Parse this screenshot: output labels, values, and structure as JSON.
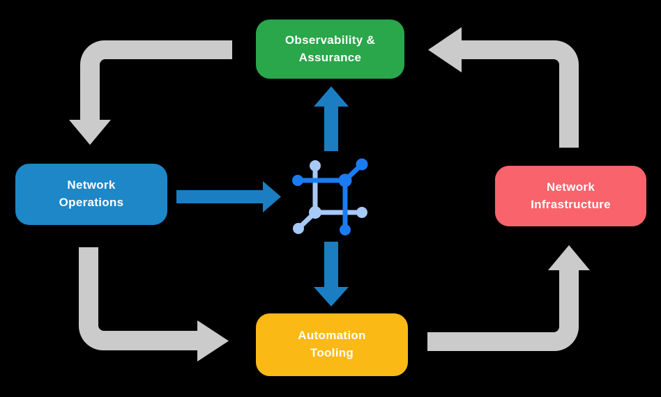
{
  "colors": {
    "background": "#000000",
    "green": "#2AA64B",
    "blue": "#1E87C8",
    "red": "#F9636B",
    "yellow": "#FBB916",
    "gray": "#CBCBCB",
    "arrow_blue": "#1B7EC3",
    "icon_dark": "#1B7CF2",
    "icon_light": "#A7C9F6",
    "text": "#FFFFFF"
  },
  "nodes": {
    "observability": {
      "label": "Observability &\nAssurance"
    },
    "operations": {
      "label": "Network\nOperations"
    },
    "infrastructure": {
      "label": "Network\nInfrastructure"
    },
    "automation": {
      "label": "Automation\nTooling"
    }
  },
  "center_icon": {
    "name": "network-mesh-icon"
  },
  "edges": [
    {
      "from": "observability",
      "to": "operations",
      "style": "gray-cycle-arrow"
    },
    {
      "from": "operations",
      "to": "automation",
      "style": "gray-cycle-arrow"
    },
    {
      "from": "automation",
      "to": "infrastructure",
      "style": "gray-cycle-arrow"
    },
    {
      "from": "infrastructure",
      "to": "observability",
      "style": "gray-cycle-arrow"
    },
    {
      "from": "operations",
      "to": "center-icon",
      "style": "blue-arrow"
    },
    {
      "from": "center-icon",
      "to": "observability",
      "style": "blue-arrow"
    },
    {
      "from": "center-icon",
      "to": "automation",
      "style": "blue-arrow"
    }
  ]
}
